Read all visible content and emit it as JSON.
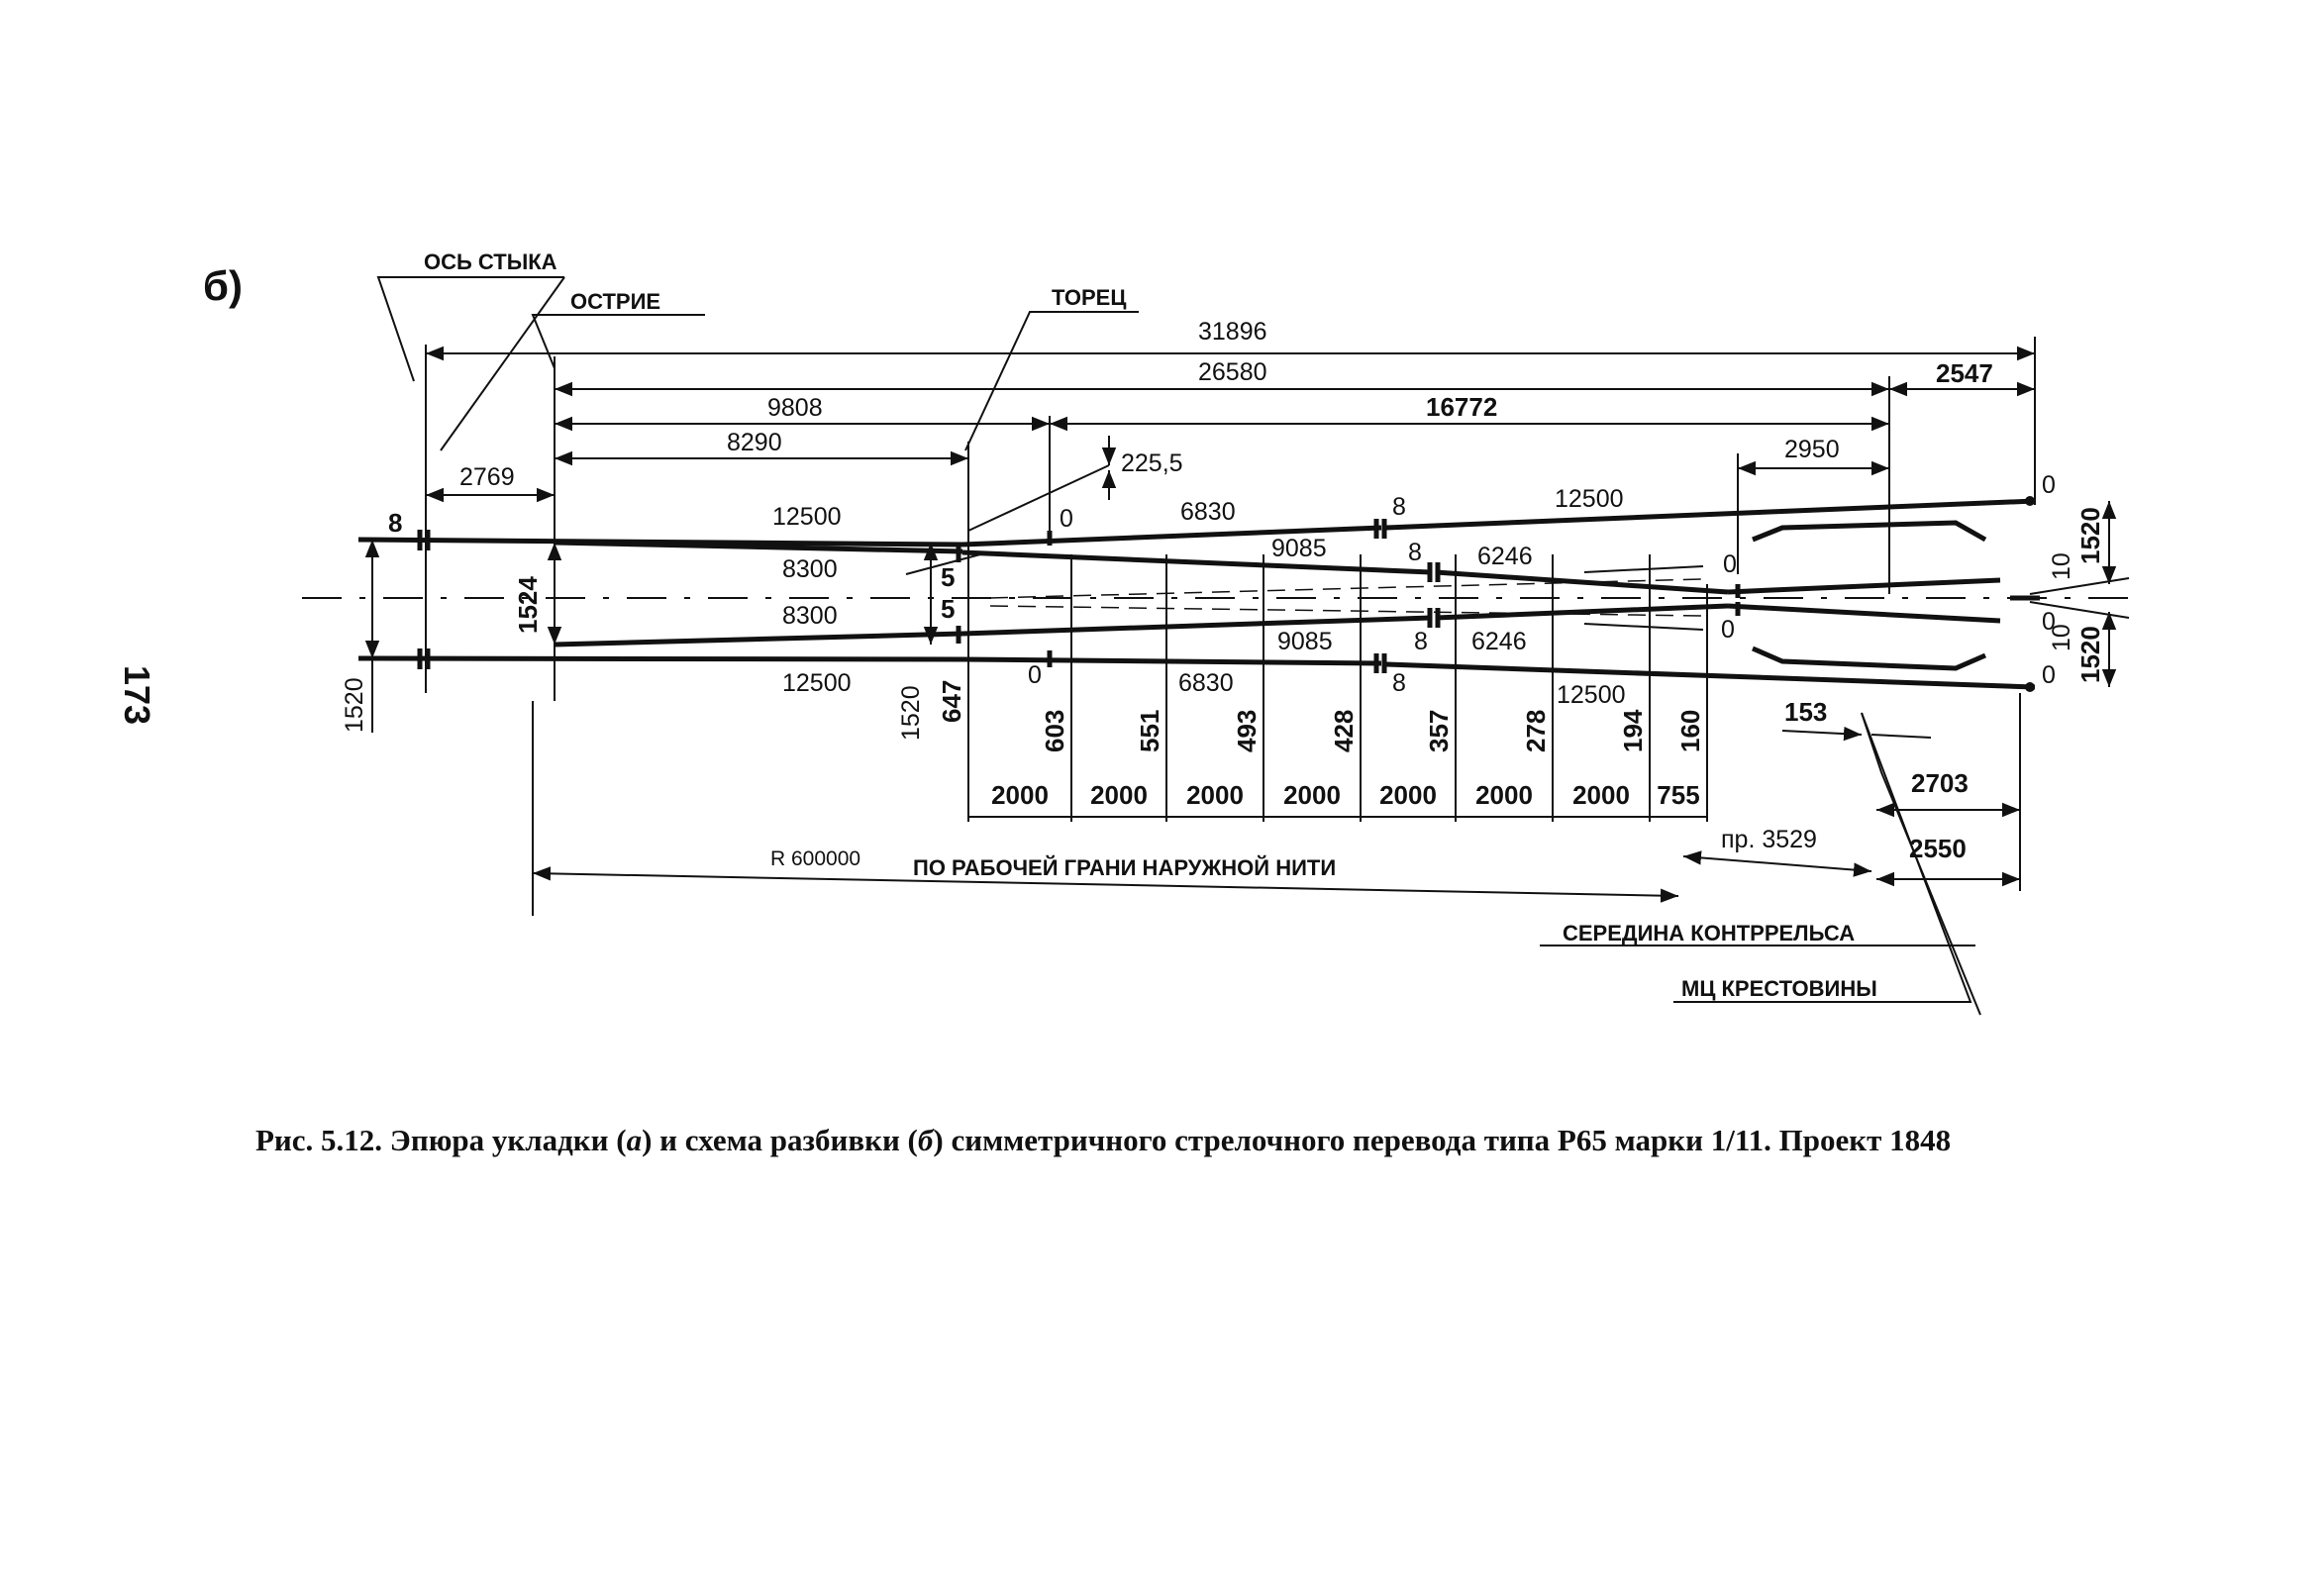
{
  "panel_label": "б)",
  "page_number": "173",
  "labels": {
    "joint_axis": "ОСЬ СТЫКА",
    "point_tip": "ОСТРИЕ",
    "heel_end": "ТОРЕЦ",
    "guard_rail_middle": "СЕРЕДИНА КОНТРРЕЛЬСА",
    "frog_math_center": "МЦ КРЕСТОВИНЫ",
    "radius": "R 600000",
    "radius_note": "ПО РАБОЧЕЙ ГРАНИ НАРУЖНОЙ НИТИ",
    "approx_3529": "пр. 3529"
  },
  "dims": {
    "total": "31896",
    "d26580": "26580",
    "d2547": "2547",
    "d9808": "9808",
    "d16772": "16772",
    "d8290": "8290",
    "d2769": "2769",
    "d225": "225,5",
    "d2950": "2950",
    "d153": "153",
    "d2703": "2703",
    "d2550": "2550"
  },
  "rail_labels": {
    "r12500_top_left": "12500",
    "r12500_top_right": "12500",
    "r12500_bottom_left": "12500",
    "r12500_bottom_right": "12500",
    "r8300_upper": "8300",
    "r8300_lower": "8300",
    "r6830_upper": "6830",
    "r6830_lower": "6830",
    "r9085_upper": "9085",
    "r9085_lower": "9085",
    "r6246_upper": "6246",
    "r6246_lower": "6246",
    "gap8_a": "8",
    "gap8_b": "8",
    "gap8_c": "8",
    "gap8_d": "8",
    "gap8_e": "8",
    "gap0_a": "0",
    "gap0_b": "0",
    "gap0_c": "0",
    "gap0_d": "0",
    "gap0_e": "0",
    "gap0_f": "0",
    "gap0_g": "0",
    "gap5_a": "5",
    "gap5_b": "5"
  },
  "verticals": {
    "v1520_left": "1520",
    "v1524": "1524",
    "v1520_mid": "1520",
    "v647": "647",
    "v1520_right_top": "1520",
    "v1520_right_bottom": "1520",
    "v10_top": "10",
    "v10_bottom": "10"
  },
  "offsets": [
    "603",
    "551",
    "493",
    "428",
    "357",
    "278",
    "194",
    "160"
  ],
  "spacings": [
    "2000",
    "2000",
    "2000",
    "2000",
    "2000",
    "2000",
    "2000",
    "755"
  ],
  "caption": {
    "prefix": "Рис. 5.12. Эпюра укладки (",
    "a": "а",
    "mid": ") и схема разбивки (",
    "b": "б",
    "suffix": ") симметричного стрелочного перевода типа Р65 марки 1/11. Проект 1848"
  }
}
